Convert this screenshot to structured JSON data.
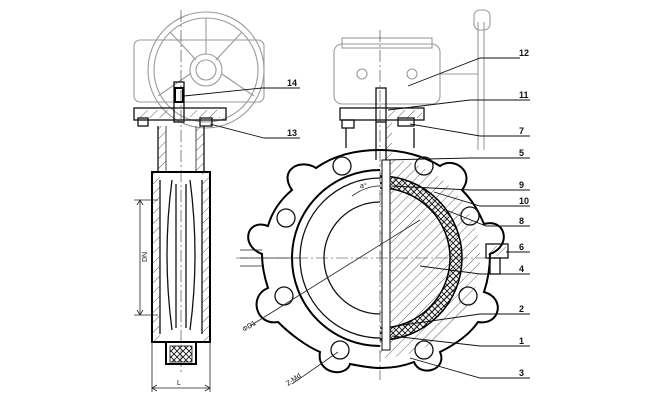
{
  "callouts": [
    {
      "id": "c12",
      "text": "12"
    },
    {
      "id": "c14",
      "text": "14"
    },
    {
      "id": "c11",
      "text": "11"
    },
    {
      "id": "c13",
      "text": "13"
    },
    {
      "id": "c7",
      "text": "7"
    },
    {
      "id": "c5",
      "text": "5"
    },
    {
      "id": "c9",
      "text": "9"
    },
    {
      "id": "c10",
      "text": "10"
    },
    {
      "id": "c8",
      "text": "8"
    },
    {
      "id": "c6",
      "text": "6"
    },
    {
      "id": "c4",
      "text": "4"
    },
    {
      "id": "c2",
      "text": "2"
    },
    {
      "id": "c1",
      "text": "1"
    },
    {
      "id": "c3",
      "text": "3"
    }
  ],
  "dimensions": {
    "dn": "DN",
    "l": "L",
    "d1": "ΦD1",
    "zm": "Z-Md",
    "angle": "a°"
  },
  "colors": {
    "line": "#111111",
    "ghost": "#9a9a9a",
    "hatch": "#333333",
    "background": "#ffffff"
  }
}
